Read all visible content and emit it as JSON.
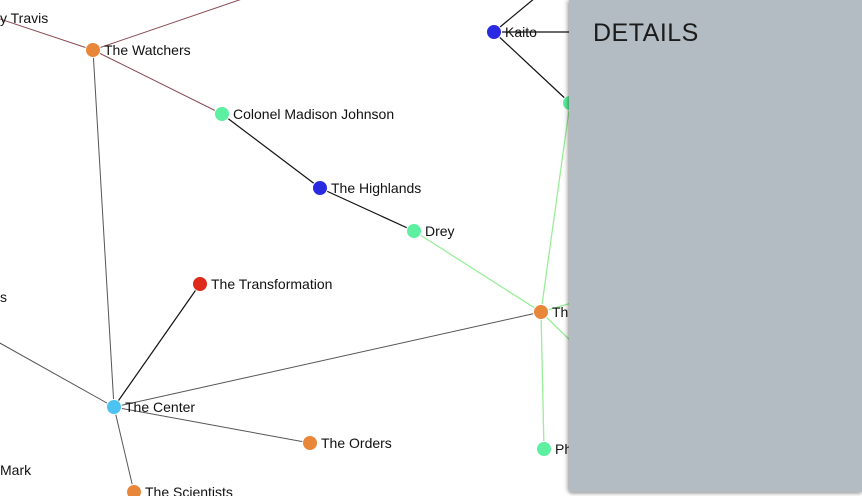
{
  "colors": {
    "edge_default": "#555555",
    "edge_maroon": "#8a4a55",
    "edge_black": "#111111",
    "edge_highlight": "#99ee99",
    "orange": "#e8873a",
    "green": "#5cf0a0",
    "blue": "#2a2ae0",
    "red": "#dd2a1a",
    "lightblue": "#4cc3f0"
  },
  "nodes": [
    {
      "id": "travis",
      "label": "y Travis",
      "color": "none"
    },
    {
      "id": "watchers",
      "label": "The Watchers",
      "color": "orange"
    },
    {
      "id": "madison",
      "label": "Colonel Madison Johnson",
      "color": "green"
    },
    {
      "id": "highlands",
      "label": "The Highlands",
      "color": "blue"
    },
    {
      "id": "drey",
      "label": "Drey",
      "color": "green"
    },
    {
      "id": "kaito",
      "label": "Kaito",
      "color": "blue"
    },
    {
      "id": "transformation",
      "label": "The Transformation",
      "color": "red"
    },
    {
      "id": "left_s",
      "label": "s",
      "color": "none"
    },
    {
      "id": "the_hub",
      "label": "Th",
      "color": "orange"
    },
    {
      "id": "center",
      "label": "The Center",
      "color": "lightblue"
    },
    {
      "id": "orders",
      "label": "The Orders",
      "color": "orange"
    },
    {
      "id": "ph",
      "label": "Ph",
      "color": "green"
    },
    {
      "id": "mark",
      "label": "Mark",
      "color": "none"
    },
    {
      "id": "scientists",
      "label": "The Scientists",
      "color": "orange"
    },
    {
      "id": "right_green",
      "label": "",
      "color": "green"
    }
  ],
  "edges": [
    {
      "from": "watchers",
      "to": "travis",
      "style": "maroon"
    },
    {
      "from": "watchers",
      "to": "top_edge",
      "style": "maroon"
    },
    {
      "from": "watchers",
      "to": "madison",
      "style": "maroon"
    },
    {
      "from": "watchers",
      "to": "center",
      "style": "default"
    },
    {
      "from": "madison",
      "to": "highlands",
      "style": "black"
    },
    {
      "from": "highlands",
      "to": "drey",
      "style": "black"
    },
    {
      "from": "drey",
      "to": "the_hub",
      "style": "highlight"
    },
    {
      "from": "kaito",
      "to": "top_mid",
      "style": "black"
    },
    {
      "from": "kaito",
      "to": "panel_edge",
      "style": "black"
    },
    {
      "from": "kaito",
      "to": "right_green",
      "style": "black"
    },
    {
      "from": "right_green",
      "to": "the_hub",
      "style": "highlight"
    },
    {
      "from": "the_hub",
      "to": "ph",
      "style": "highlight"
    },
    {
      "from": "the_hub",
      "to": "panel_right",
      "style": "highlight"
    },
    {
      "from": "the_hub",
      "to": "panel_low",
      "style": "highlight"
    },
    {
      "from": "the_hub",
      "to": "center",
      "style": "default"
    },
    {
      "from": "transformation",
      "to": "center",
      "style": "black"
    },
    {
      "from": "left_edge",
      "to": "center",
      "style": "default"
    },
    {
      "from": "center",
      "to": "orders",
      "style": "default"
    },
    {
      "from": "center",
      "to": "scientists",
      "style": "default"
    }
  ],
  "panel": {
    "title": "DETAILS"
  }
}
